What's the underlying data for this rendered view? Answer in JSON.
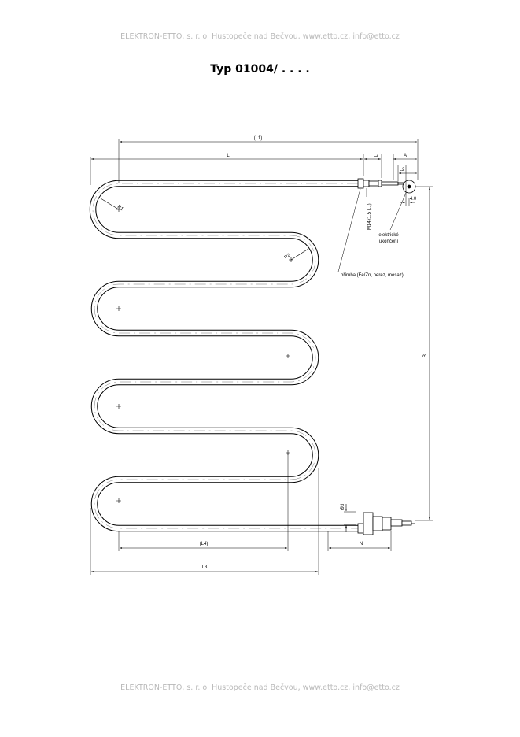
{
  "header_text": "ELEKTRON-ETTO, s. r. o. Hustopeče nad Bečvou, www.etto.cz, info@etto.cz",
  "footer_text": "ELEKTRON-ETTO, s. r. o. Hustopeče nad Bečvou, www.etto.cz, info@etto.cz",
  "title": "Typ 01004/ . . . .",
  "dimensions": {
    "L1": "(L1)",
    "L": "L",
    "Lz": "Lz",
    "A": "A",
    "L2": "L2",
    "four": "4.0",
    "R1": "R1",
    "R2": "R2",
    "B": "B",
    "phi_d": "Ød",
    "N": "N",
    "L4": "(L4)",
    "L3": "L3"
  },
  "annotations": {
    "thread": "M14x1,5 (...)",
    "electric_end_line1": "elektrické",
    "electric_end_line2": "ukončení",
    "flange": "příruba (Fe/Zn, nerez, mosaz)"
  },
  "colors": {
    "header": "#b9b9b9",
    "ink": "#000000"
  }
}
